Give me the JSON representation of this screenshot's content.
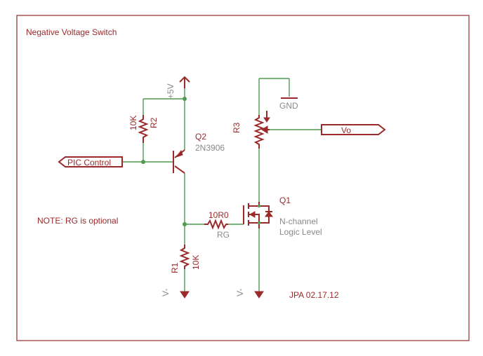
{
  "title": "Negative Voltage Switch",
  "note": "NOTE:  RG is optional",
  "signature": "JPA 02.17.12",
  "colors": {
    "wire": "#4f9a4f",
    "symbol": "#9a2a2a",
    "value": "#8a8a8a",
    "frame": "#9a2a2a"
  },
  "supply_pos": "+5V",
  "supply_neg_1": "V-",
  "supply_neg_2": "V-",
  "gnd": "GND",
  "input_port": "PIC Control",
  "output_port": "Vo",
  "r2": {
    "name": "R2",
    "value": "10K"
  },
  "r1": {
    "name": "R1",
    "value": "10K"
  },
  "rg": {
    "name": "RG",
    "value": "10R0"
  },
  "r3": {
    "name": "R3"
  },
  "q2": {
    "name": "Q2",
    "value": "2N3906"
  },
  "q1": {
    "name": "Q1",
    "value_1": "N-channel",
    "value_2": "Logic Level"
  }
}
